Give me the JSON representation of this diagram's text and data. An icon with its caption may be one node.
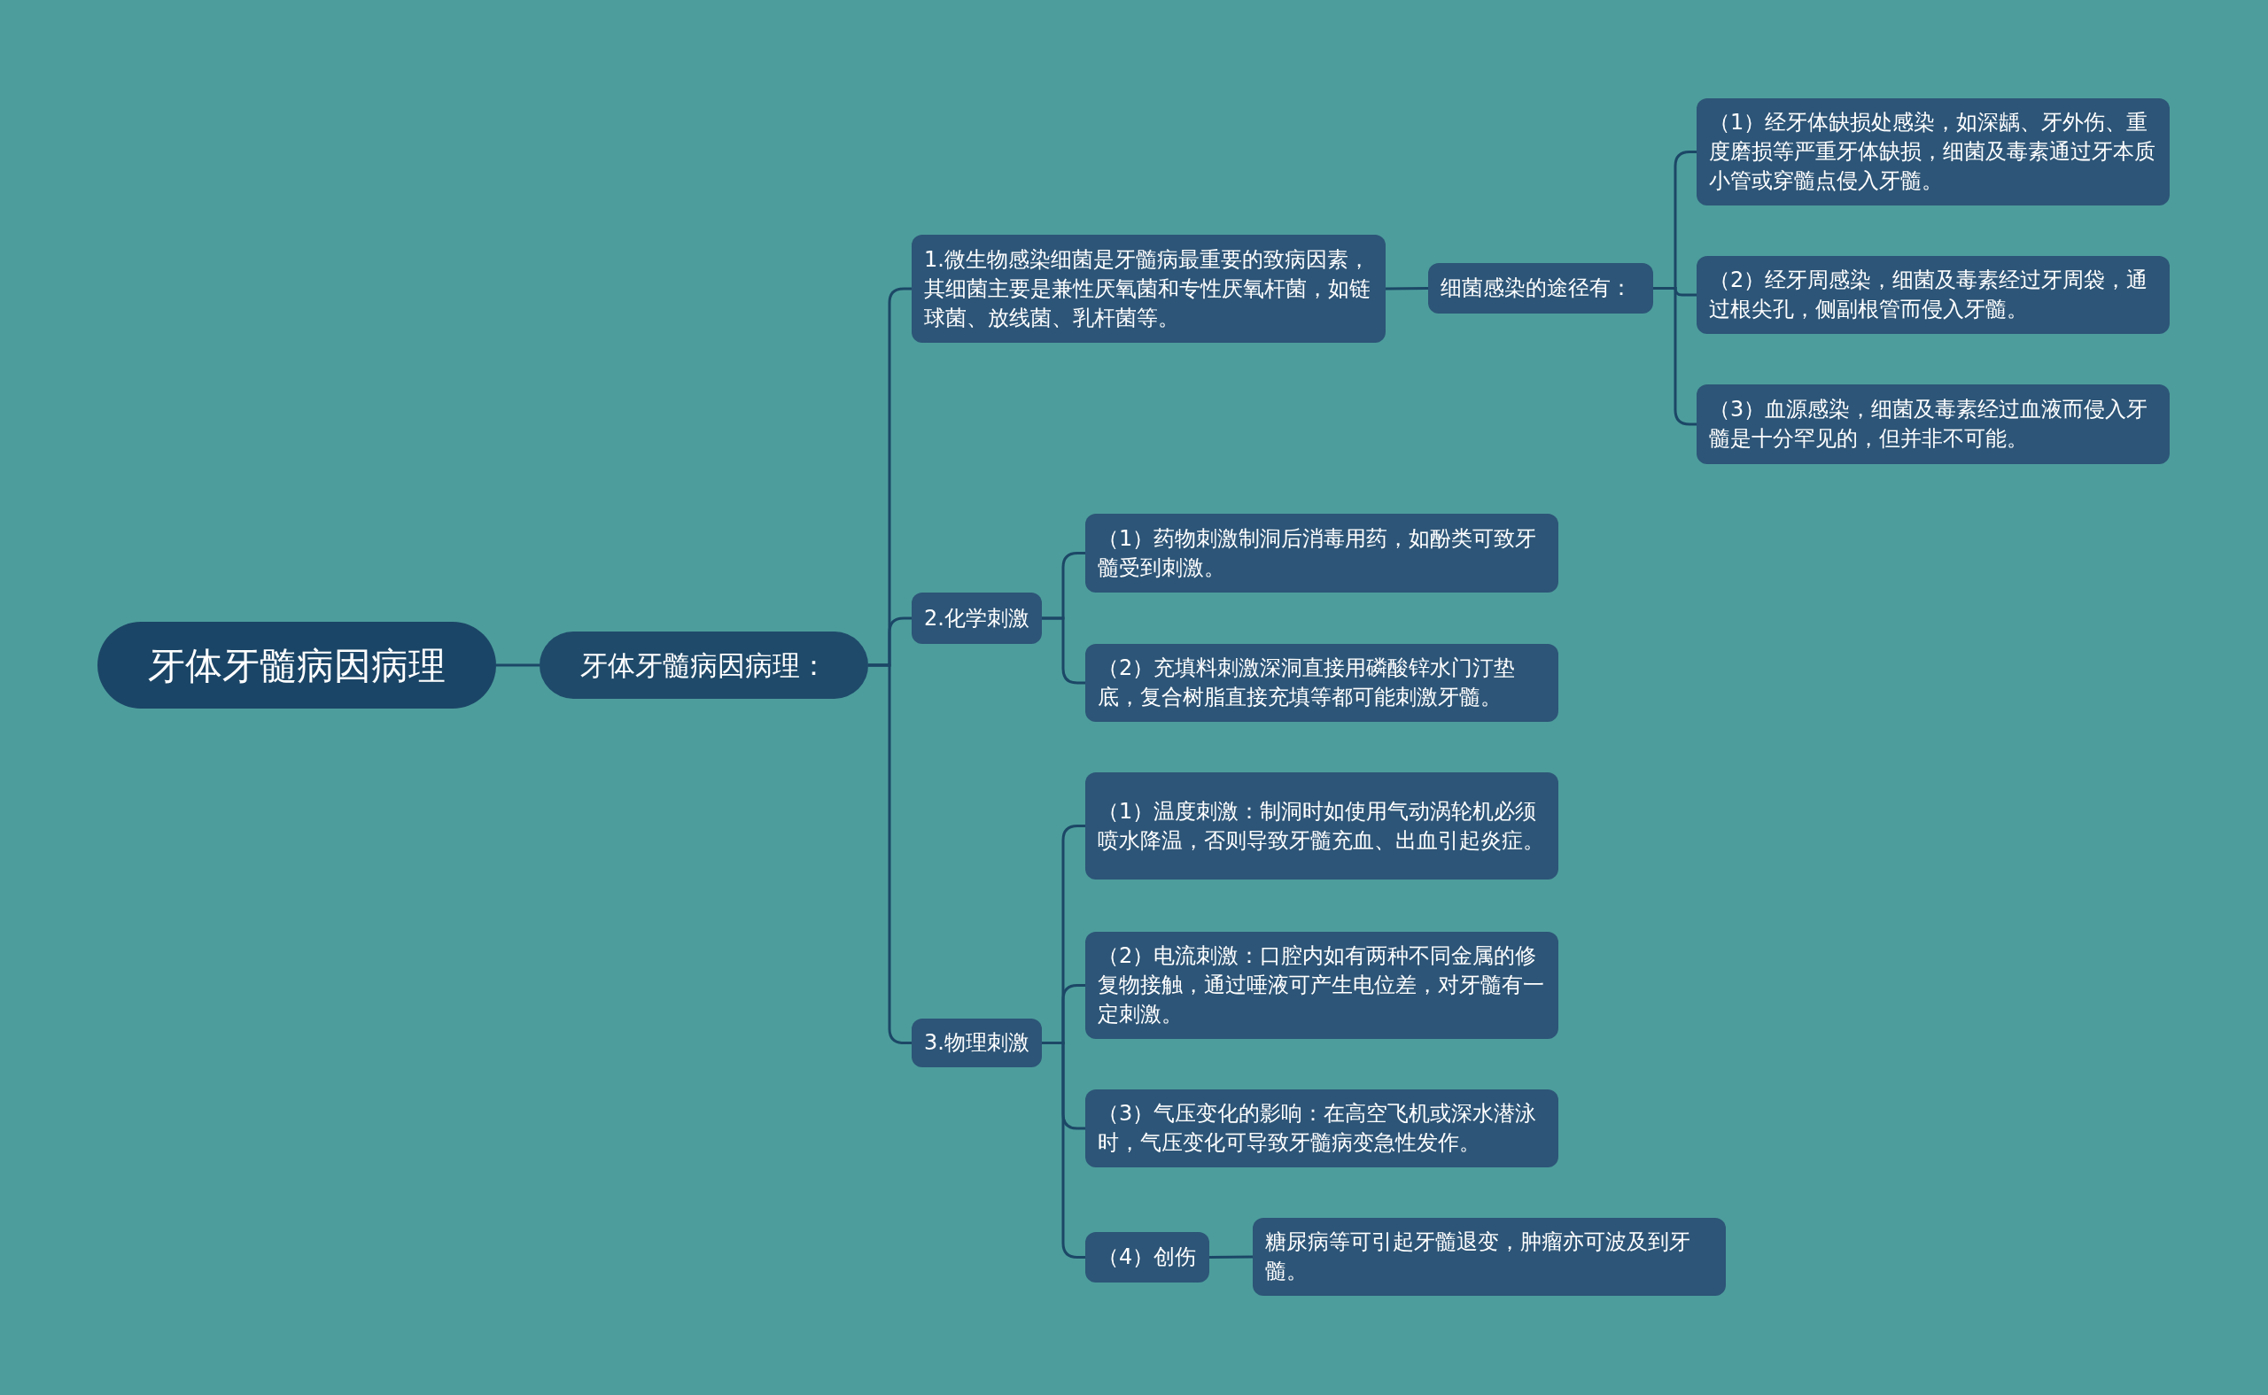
{
  "diagram": {
    "nodes": [
      {
        "text": [
          "牙体牙髓病因病理"
        ]
      },
      {
        "text": [
          "牙体牙髓病因病理："
        ]
      },
      {
        "text": [
          "1.微生物感染细菌是牙髓病最重要的致病因素，其细菌主要是兼性厌氧菌和专性厌氧杆菌，如链球菌、放线菌、乳杆菌等。"
        ]
      },
      {
        "text": [
          "细菌感染的途径有："
        ]
      },
      {
        "text": [
          "（1）经牙体缺损处感染，如深龋、牙外伤、重度磨损等严重牙体缺损，细菌及毒素通过牙本质小管或穿髓点侵入牙髓。"
        ]
      },
      {
        "text": [
          "（2）经牙周感染，细菌及毒素经过牙周袋，通过根尖孔，侧副根管而侵入牙髓。"
        ]
      },
      {
        "text": [
          "（3）血源感染，细菌及毒素经过血液而侵入牙髓是十分罕见的，但并非不可能。"
        ]
      },
      {
        "text": [
          "2.化学刺激"
        ]
      },
      {
        "text": [
          "（1）药物刺激制洞后消毒用药，如酚类可致牙髓受到刺激。"
        ]
      },
      {
        "text": [
          "（2）充填料刺激深洞直接用磷酸锌水门汀垫底，复合树脂直接充填等都可能刺激牙髓。"
        ]
      },
      {
        "text": [
          "3.物理刺激"
        ]
      },
      {
        "text": [
          "（1）温度刺激：制洞时如使用气动涡轮机必须喷水降温，否则导致牙髓充血、出血引起炎症。"
        ]
      },
      {
        "text": [
          "（2）电流刺激：口腔内如有两种不同金属的修复物接触，通过唾液可产生电位差，对牙髓有一定刺激。"
        ]
      },
      {
        "text": [
          "（3）气压变化的影响：在高空飞机或深水潜泳时，气压变化可导致牙髓病变急性发作。"
        ]
      },
      {
        "text": [
          "（4）创伤"
        ]
      },
      {
        "text": [
          "糖尿病等可引起牙髓退变，肿瘤亦可波及到牙髓。"
        ]
      }
    ],
    "edges": [
      {
        "from": 0,
        "to": 1,
        "arrow": "none"
      },
      {
        "from": 1,
        "to": 2,
        "arrow": "none"
      },
      {
        "from": 1,
        "to": 7,
        "arrow": "none"
      },
      {
        "from": 1,
        "to": 10,
        "arrow": "none"
      },
      {
        "from": 2,
        "to": 3,
        "arrow": "none"
      },
      {
        "from": 3,
        "to": 4,
        "arrow": "none"
      },
      {
        "from": 3,
        "to": 5,
        "arrow": "none"
      },
      {
        "from": 3,
        "to": 6,
        "arrow": "none"
      },
      {
        "from": 7,
        "to": 8,
        "arrow": "none"
      },
      {
        "from": 7,
        "to": 9,
        "arrow": "none"
      },
      {
        "from": 10,
        "to": 11,
        "arrow": "none"
      },
      {
        "from": 10,
        "to": 12,
        "arrow": "none"
      },
      {
        "from": 10,
        "to": 13,
        "arrow": "none"
      },
      {
        "from": 10,
        "to": 14,
        "arrow": "none"
      },
      {
        "from": 14,
        "to": 15,
        "arrow": "none"
      }
    ]
  }
}
